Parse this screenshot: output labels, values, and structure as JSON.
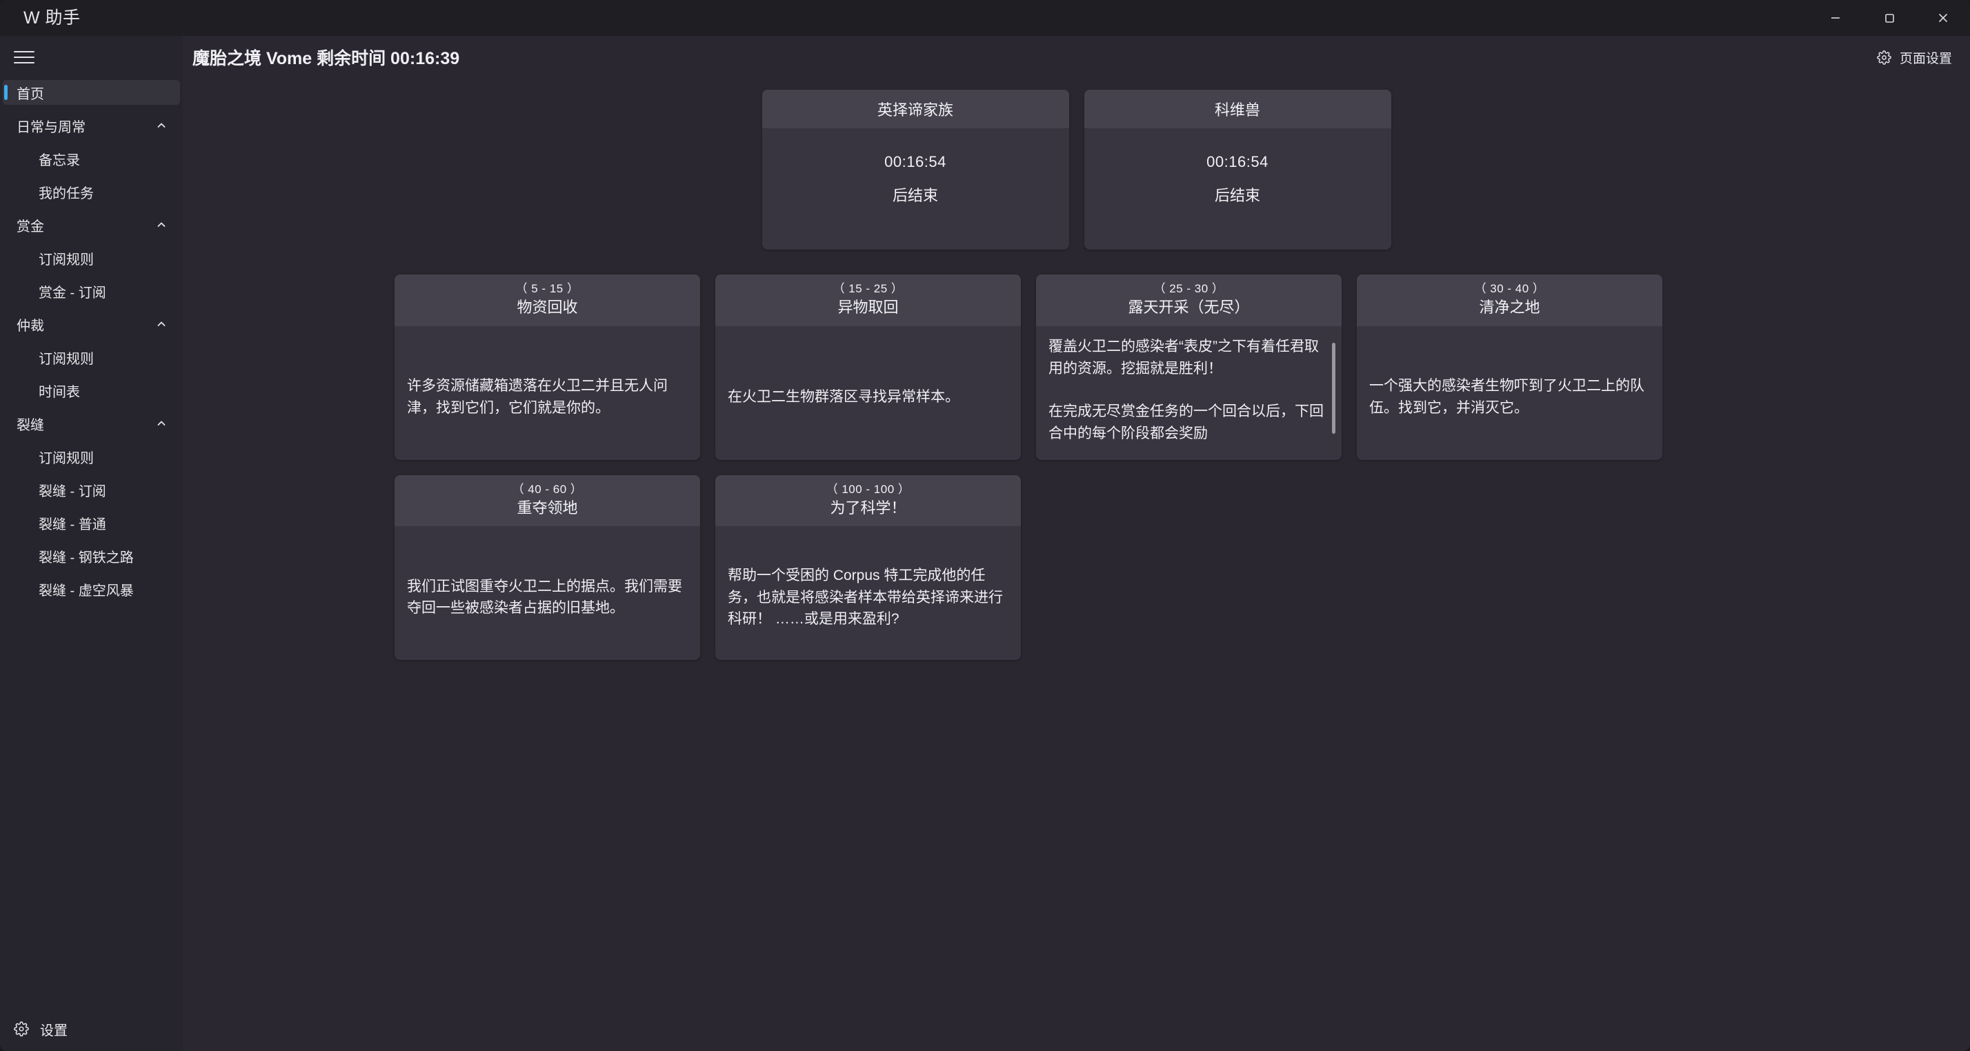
{
  "window": {
    "app_title": "W 助手",
    "controls": [
      {
        "name": "minimize",
        "glyph": "minimize-icon"
      },
      {
        "name": "maximize",
        "glyph": "maximize-icon"
      },
      {
        "name": "close",
        "glyph": "close-icon"
      }
    ]
  },
  "sidebar": {
    "menu_icon": "hamburger-icon",
    "items": [
      {
        "label": "首页",
        "type": "active",
        "icon": ""
      },
      {
        "label": "日常与周常",
        "type": "group",
        "icon": "chevron-up-icon"
      },
      {
        "label": "备忘录",
        "type": "child"
      },
      {
        "label": "我的任务",
        "type": "child"
      },
      {
        "label": "赏金",
        "type": "group",
        "icon": "chevron-up-icon"
      },
      {
        "label": "订阅规则",
        "type": "child"
      },
      {
        "label": "赏金 - 订阅",
        "type": "child"
      },
      {
        "label": "仲裁",
        "type": "group",
        "icon": "chevron-up-icon"
      },
      {
        "label": "订阅规则",
        "type": "child"
      },
      {
        "label": "时间表",
        "type": "child"
      },
      {
        "label": "裂缝",
        "type": "group",
        "icon": "chevron-up-icon"
      },
      {
        "label": "订阅规则",
        "type": "child"
      },
      {
        "label": "裂缝 - 订阅",
        "type": "child"
      },
      {
        "label": "裂缝 - 普通",
        "type": "child"
      },
      {
        "label": "裂缝 - 钢铁之路",
        "type": "child"
      },
      {
        "label": "裂缝 - 虚空风暴",
        "type": "child"
      }
    ],
    "footer": {
      "label": "设置",
      "icon": "gear-icon"
    }
  },
  "main": {
    "title": "魔胎之境 Vome 剩余时间 00:16:39",
    "page_settings": {
      "label": "页面设置",
      "icon": "gear-icon"
    },
    "timers": [
      {
        "title": "英择谛家族",
        "value": "00:16:54",
        "suffix": "后结束"
      },
      {
        "title": "科维兽",
        "value": "00:16:54",
        "suffix": "后结束"
      }
    ],
    "bounties": [
      {
        "range": "（ 5 - 15 ）",
        "name": "物资回收",
        "paragraphs": [
          "许多资源储藏箱遗落在火卫二并且无人问津，找到它们，它们就是你的。"
        ],
        "scrollable": false
      },
      {
        "range": "（ 15 - 25 ）",
        "name": "异物取回",
        "paragraphs": [
          "在火卫二生物群落区寻找异常样本。"
        ],
        "scrollable": false
      },
      {
        "range": "（ 25 - 30 ）",
        "name": "露天开采（无尽）",
        "paragraphs": [
          "覆盖火卫二的感染者“表皮”之下有着任君取用的资源。挖掘就是胜利！",
          "在完成无尽赏金任务的一个回合以后，下回合中的每个阶段都会奖励"
        ],
        "scrollable": true
      },
      {
        "range": "（ 30 - 40 ）",
        "name": "清净之地",
        "paragraphs": [
          "一个强大的感染者生物吓到了火卫二上的队伍。找到它，并消灭它。"
        ],
        "scrollable": false
      },
      {
        "range": "（ 40 - 60 ）",
        "name": "重夺领地",
        "paragraphs": [
          "我们正试图重夺火卫二上的据点。我们需要夺回一些被感染者占据的旧基地。"
        ],
        "scrollable": false
      },
      {
        "range": "（ 100 - 100 ）",
        "name": "为了科学！",
        "paragraphs": [
          "帮助一个受困的 Corpus 特工完成他的任务，也就是将感染者样本带给英择谛来进行科研！ ……或是用来盈利?"
        ],
        "scrollable": false
      }
    ]
  },
  "colors": {
    "accent": "#3eadef",
    "titlebar_bg": "#1f1e23",
    "sidebar_bg": "#26242c",
    "main_bg": "#2a2730",
    "card_body": "#383440",
    "card_head": "#45424e"
  }
}
